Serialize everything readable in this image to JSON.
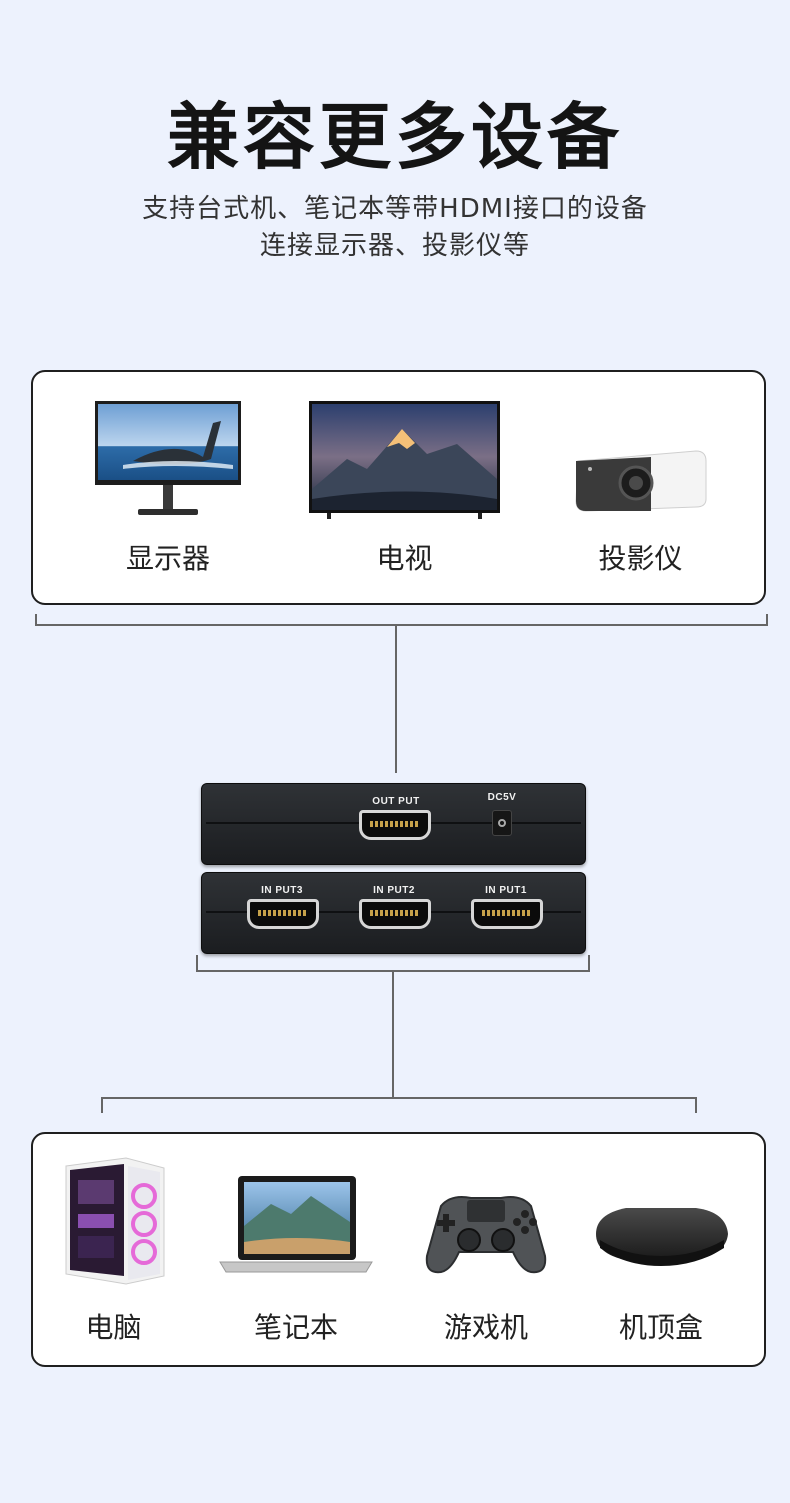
{
  "heading": {
    "title": "兼容更多设备",
    "line1": "支持台式机、笔记本等带HDMI接口的设备",
    "line2": "连接显示器、投影仪等"
  },
  "outputs": [
    {
      "label": "显示器",
      "icon": "monitor-icon"
    },
    {
      "label": "电视",
      "icon": "tv-icon"
    },
    {
      "label": "投影仪",
      "icon": "projector-icon"
    }
  ],
  "switch": {
    "output_label": "OUT PUT",
    "power_label": "DC5V",
    "inputs": [
      "IN PUT3",
      "IN PUT2",
      "IN PUT1"
    ]
  },
  "inputs": [
    {
      "label": "电脑",
      "icon": "pc-tower-icon"
    },
    {
      "label": "笔记本",
      "icon": "laptop-icon"
    },
    {
      "label": "游戏机",
      "icon": "gamepad-icon"
    },
    {
      "label": "机顶盒",
      "icon": "set-top-box-icon"
    }
  ],
  "colors": {
    "background": "#edf2fd",
    "panel_border": "#1f1f1f",
    "switch_body": "#25282c",
    "connector_line": "#666666"
  }
}
